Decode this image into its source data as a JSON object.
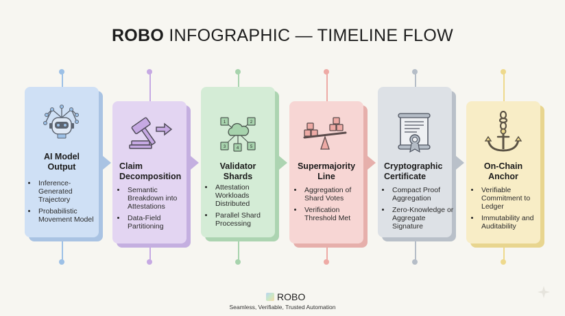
{
  "title": {
    "brand": "ROBO",
    "rest": "INFOGRAPHIC — TIMELINE FLOW"
  },
  "steps": [
    {
      "heading": "AI Model Output",
      "icon": "robot-head-network-icon",
      "bullets": [
        "Inference-Generated Trajectory",
        "Probabilistic Movement Model"
      ],
      "color": "#cfe0f5",
      "shadow": "#a9c3e3",
      "accent": "#9cc0e6"
    },
    {
      "heading": "Claim Decomposition",
      "icon": "gavel-arrow-icon",
      "bullets": [
        "Semantic Breakdown into Attestations",
        "Data-Field Partitioning"
      ],
      "color": "#e3d5f2",
      "shadow": "#c4afe0",
      "accent": "#c6a9e3"
    },
    {
      "heading": "Validator Shards",
      "icon": "cloud-shards-icon",
      "bullets": [
        "Attestation Workloads Distributed",
        "Parallel Shard Processing"
      ],
      "color": "#d4ecd6",
      "shadow": "#acd4b1",
      "accent": "#a7d3ad"
    },
    {
      "heading": "Supermajority Line",
      "icon": "balance-blocks-icon",
      "bullets": [
        "Aggregation of Shard Votes",
        "Verification Threshold Met"
      ],
      "color": "#f7d6d4",
      "shadow": "#e6afab",
      "accent": "#eeaaa5"
    },
    {
      "heading": "Cryptographic Certificate",
      "icon": "certificate-scroll-icon",
      "bullets": [
        "Compact Proof Aggregation",
        "Zero-Knowledge or Aggregate Signature"
      ],
      "color": "#dde1e6",
      "shadow": "#b9c0c9",
      "accent": "#b5bdc7"
    },
    {
      "heading": "On-Chain Anchor",
      "icon": "chain-anchor-icon",
      "bullets": [
        "Verifiable Commitment to Ledger",
        "Immutability and Auditability"
      ],
      "color": "#f8edc6",
      "shadow": "#e8d58f",
      "accent": "#eed98c"
    }
  ],
  "footer": {
    "brand": "ROBO",
    "tagline": "Seamless, Verifiable, Trusted Automation"
  }
}
